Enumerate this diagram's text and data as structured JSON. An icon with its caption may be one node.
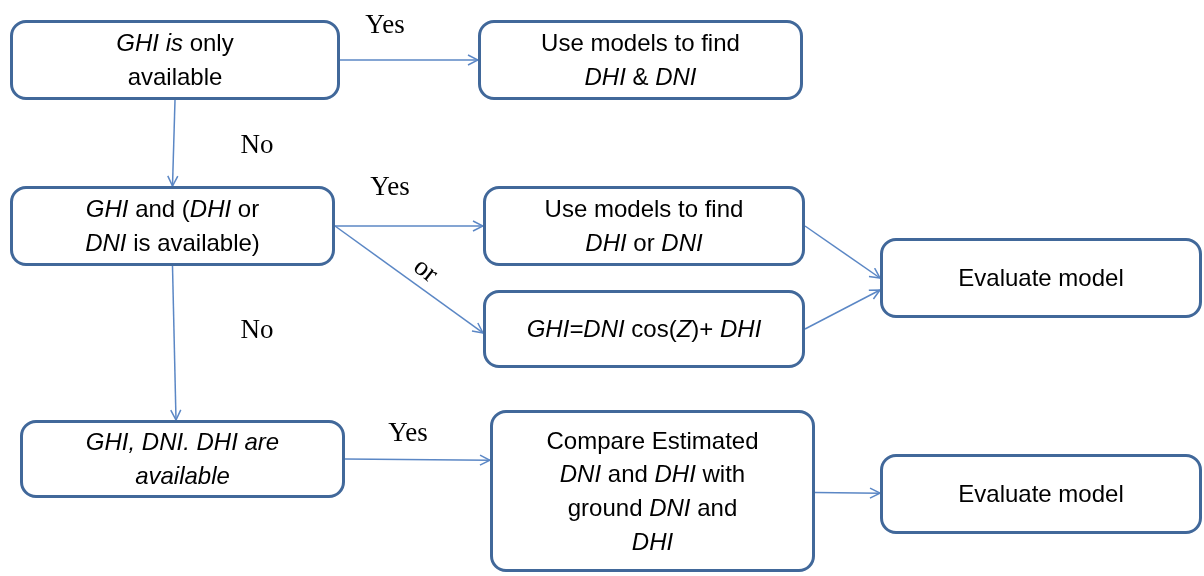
{
  "diagram": {
    "nodes": [
      {
        "text": [
          "*GHI is* only available"
        ]
      },
      {
        "text": [
          "Use models to find *DHI* & *DNI*"
        ]
      },
      {
        "text": [
          "*GHI* and (*DHI* or *DNI* is available)"
        ]
      },
      {
        "text": [
          "Use models to find *DHI* or *DNI*"
        ]
      },
      {
        "text": [
          "*GHI=DNI* cos(*Z*)+ *DHI*"
        ]
      },
      {
        "text": [
          "Evaluate model"
        ]
      },
      {
        "text": [
          "GHI, DNI. DHI are available"
        ]
      },
      {
        "text": [
          "Compare Estimated *DNI* and *DHI* with ground *DNI* and *DHI*"
        ]
      },
      {
        "text": [
          "Evaluate model"
        ]
      }
    ],
    "edges": [
      {
        "from": 0,
        "to": 1,
        "arrow": "to",
        "label": "Yes"
      },
      {
        "from": 0,
        "to": 2,
        "arrow": "to",
        "label": "No"
      },
      {
        "from": 2,
        "to": 3,
        "arrow": "to",
        "label": "Yes"
      },
      {
        "from": 2,
        "to": 4,
        "arrow": "to",
        "label": "or"
      },
      {
        "from": 2,
        "to": 6,
        "arrow": "to",
        "label": "No"
      },
      {
        "from": 3,
        "to": 5,
        "arrow": "to"
      },
      {
        "from": 4,
        "to": 5,
        "arrow": "to"
      },
      {
        "from": 6,
        "to": 7,
        "arrow": "to",
        "label": "Yes"
      },
      {
        "from": 7,
        "to": 8,
        "arrow": "to"
      }
    ]
  }
}
